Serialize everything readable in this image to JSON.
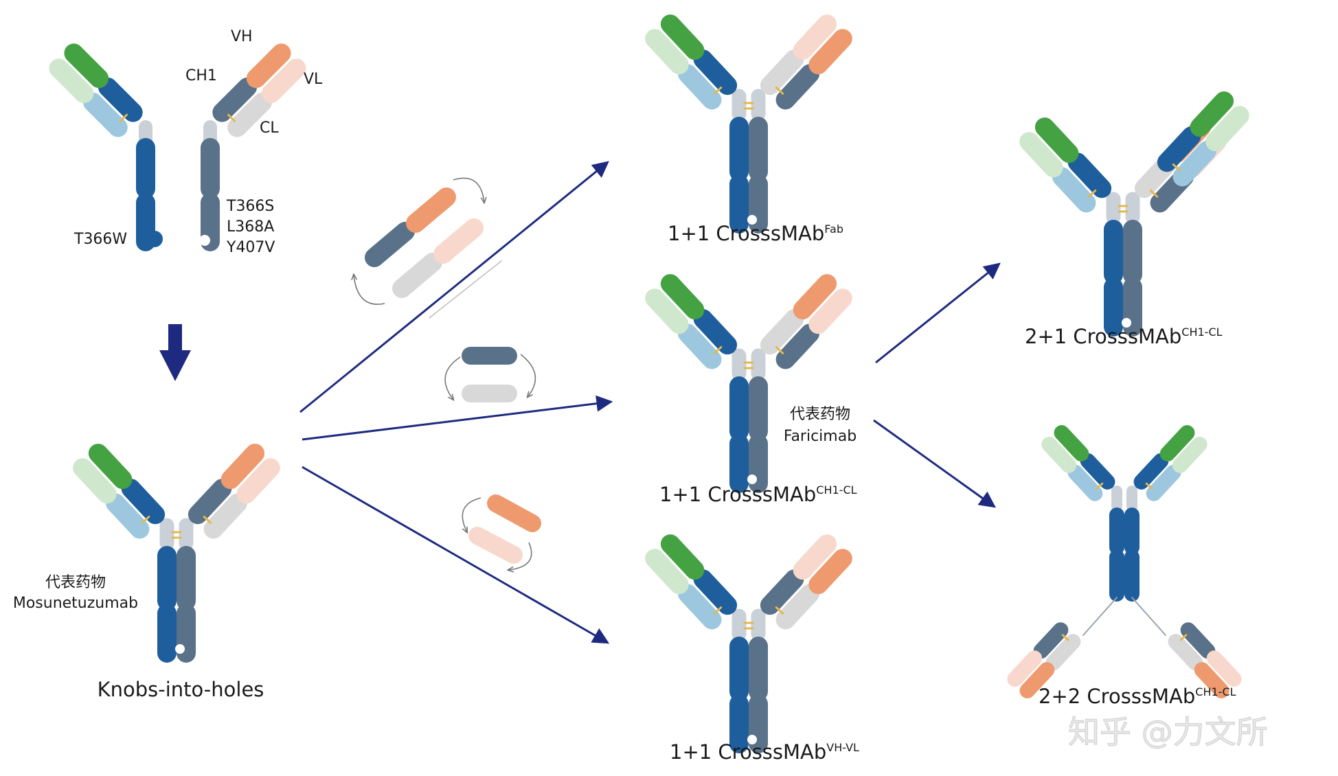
{
  "colors": {
    "vh_heavy": "#ee9a6e",
    "vl_light": "#f8d8cc",
    "ch1_domain": "#5a718a",
    "cl_domain": "#d8d8d8",
    "vh_green": "#45a243",
    "vl_green_light": "#cfe7cc",
    "ch1_blue": "#1f5e9c",
    "cl_blue_light": "#9cc7df",
    "hinge": "#c9d0d8",
    "disulfide": "#e3b84b",
    "arrow_navy": "#1d2a80",
    "rotate_arrow": "#777777"
  },
  "domain_labels": {
    "vh": "VH",
    "vl": "VL",
    "ch1": "CH1",
    "cl": "CL"
  },
  "mutations": {
    "knob": "T366W",
    "hole_1": "T366S",
    "hole_2": "L368A",
    "hole_3": "Y407V"
  },
  "kih": {
    "drug_prefix": "代表药物",
    "drug_name": "Mosunetuzumab",
    "caption": "Knobs-into-holes"
  },
  "formats": {
    "fab": {
      "main": "1+1 CrosssMAb",
      "sup": "Fab"
    },
    "ch1cl": {
      "main": "1+1 CrosssMAb",
      "sup": "CH1-CL",
      "drug_prefix": "代表药物",
      "drug_name": "Faricimab"
    },
    "vhvl": {
      "main": "1+1 CrosssMAb",
      "sup": "VH-VL"
    },
    "two_one": {
      "main": "2+1 CrosssMAb",
      "sup": "CH1-CL"
    },
    "two_two": {
      "main": "2+2 CrosssMAb",
      "sup": "CH1-CL"
    }
  },
  "watermark": "知乎 @力文所"
}
